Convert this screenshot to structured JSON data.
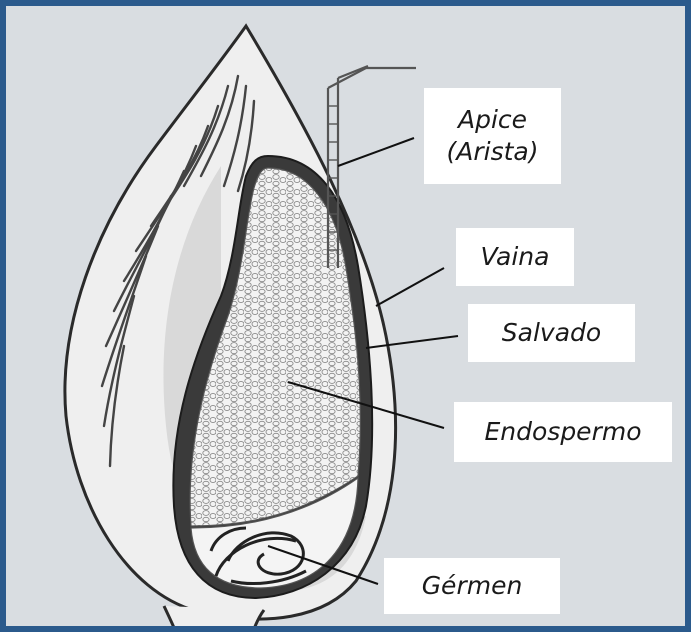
{
  "labels": {
    "apice_line1": "Apice",
    "apice_line2": "(Arista)",
    "vaina": "Vaina",
    "salvado": "Salvado",
    "endospermo": "Endospermo",
    "germen": "Gérmen"
  },
  "colors": {
    "frame_border": "#2b5a8c",
    "background": "#d9dde1",
    "outline": "#2a2a2a",
    "husk_fill": "#ededed",
    "bran_fill": "#3a3a3a",
    "endosperm_fill": "#f2f2f2"
  }
}
